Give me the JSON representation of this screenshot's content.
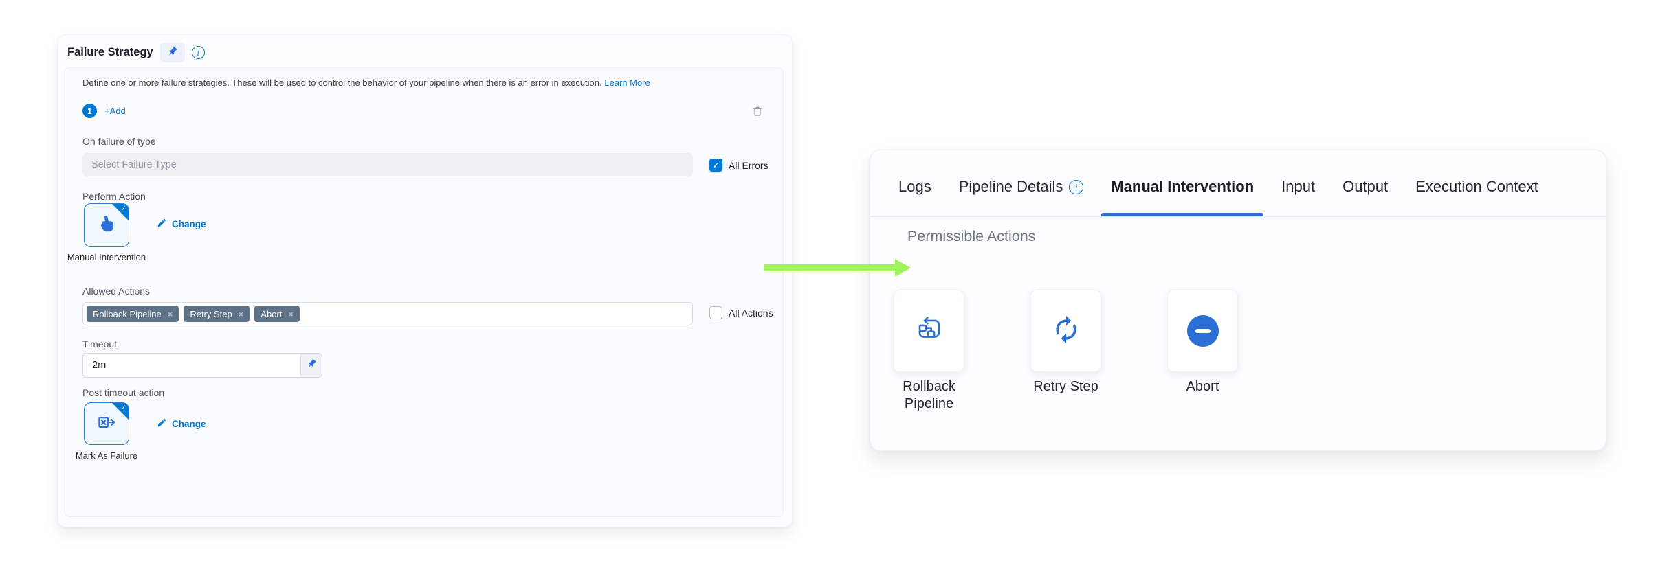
{
  "icons": {
    "info": "i",
    "check": "✓",
    "close": "×"
  },
  "colors": {
    "primary_blue": "#0278d5",
    "icon_blue": "#2b6fd4",
    "arrow_green": "#a0f35b",
    "tag_bg": "#5e7287"
  },
  "failure_strategy": {
    "title": "Failure Strategy",
    "description": "Define one or more failure strategies. These will be used to control the behavior of your pipeline when there is an error in execution.",
    "learn_more_label": "Learn More",
    "strategy_badge": "1",
    "add_label": "+Add",
    "on_failure_label": "On failure of type",
    "failure_type_placeholder": "Select Failure Type",
    "all_errors_label": "All Errors",
    "perform_action_label": "Perform Action",
    "perform_action_value": "Manual Intervention",
    "change_label": "Change",
    "allowed_actions_label": "Allowed Actions",
    "allowed_actions_tags": [
      "Rollback Pipeline",
      "Retry Step",
      "Abort"
    ],
    "all_actions_label": "All Actions",
    "timeout_label": "Timeout",
    "timeout_value": "2m",
    "post_timeout_label": "Post timeout action",
    "post_timeout_value": "Mark As Failure"
  },
  "detail_panel": {
    "tabs": [
      {
        "label": "Logs"
      },
      {
        "label": "Pipeline Details"
      },
      {
        "label": "Manual Intervention"
      },
      {
        "label": "Input"
      },
      {
        "label": "Output"
      },
      {
        "label": "Execution Context"
      }
    ],
    "active_tab": "Manual Intervention",
    "section_title": "Permissible Actions",
    "actions": [
      {
        "label": "Rollback Pipeline",
        "icon": "rollback-pipeline-icon"
      },
      {
        "label": "Retry Step",
        "icon": "retry-step-icon"
      },
      {
        "label": "Abort",
        "icon": "abort-icon"
      }
    ]
  }
}
